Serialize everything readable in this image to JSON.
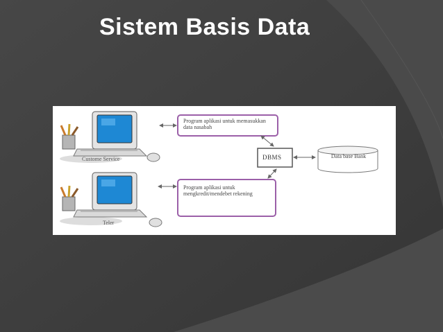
{
  "slide": {
    "title": "Sistem Basis Data"
  },
  "diagram": {
    "terminals": [
      {
        "caption": "Custome Service"
      },
      {
        "caption": "Teler"
      }
    ],
    "programs": [
      {
        "text": "Program aplikasi untuk memasukkan data nasabah"
      },
      {
        "text": "Program aplikasi untuk mengkredit/mendebet rekening"
      }
    ],
    "dbms": {
      "label": "DBMS"
    },
    "database": {
      "label": "Data base Bank"
    }
  },
  "colors": {
    "program_box_border": "#9b5fa8",
    "dbms_box_border": "#555555",
    "monitor_screen": "#1e88d4",
    "background": "#3f3f3f"
  }
}
